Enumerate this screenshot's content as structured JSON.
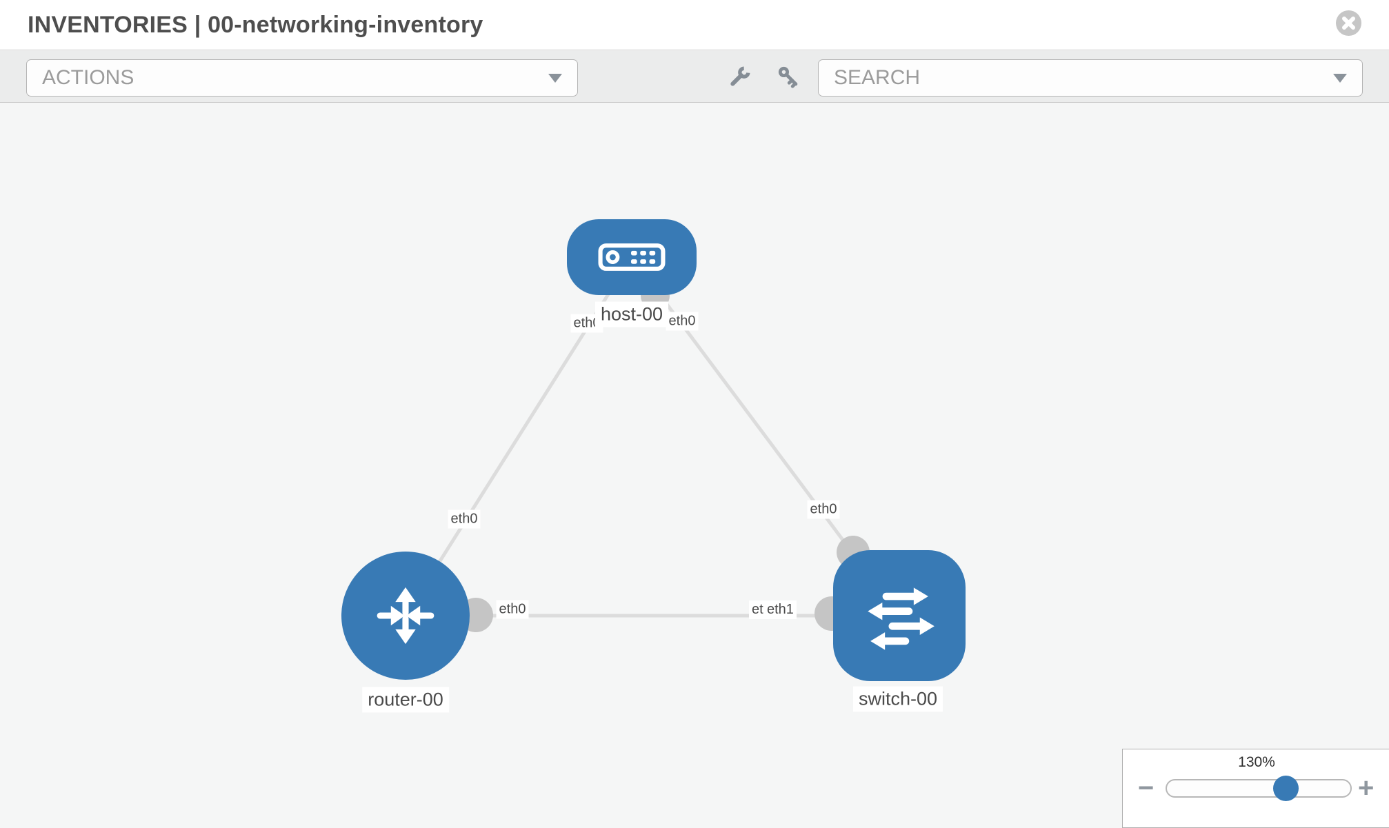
{
  "window": {
    "title": "INVENTORIES | 00-networking-inventory"
  },
  "toolbar": {
    "actions_label": "ACTIONS",
    "search_placeholder": "SEARCH",
    "icons": [
      "wrench-icon",
      "key-icon"
    ]
  },
  "topology": {
    "nodes": [
      {
        "id": "host-00",
        "label": "host-00",
        "type": "host"
      },
      {
        "id": "router-00",
        "label": "router-00",
        "type": "router"
      },
      {
        "id": "switch-00",
        "label": "switch-00",
        "type": "switch"
      }
    ],
    "links": [
      {
        "from": "host-00",
        "to": "router-00",
        "from_if": "eth0",
        "to_if": "eth0"
      },
      {
        "from": "host-00",
        "to": "switch-00",
        "from_if": "eth0",
        "to_if": "eth0"
      },
      {
        "from": "router-00",
        "to": "switch-00",
        "from_if": "eth0",
        "to_if": "eth1"
      }
    ],
    "interface_labels": {
      "host_left": "eth0",
      "host_right": "eth0",
      "router_top": "eth0",
      "switch_top": "eth0",
      "router_right": "eth0",
      "switch_left_hidden": "eth0",
      "switch_left": "eth1"
    }
  },
  "zoom_control": {
    "level": "130%",
    "percent": 130,
    "minus_label": "−",
    "plus_label": "+"
  },
  "colors": {
    "node_blue": "#387ab5",
    "link_gray": "#dcdcdc",
    "connector_gray": "#c5c5c5",
    "toolbar_gray": "#ebecec",
    "canvas_gray": "#f5f6f6",
    "text_dark": "#4e4e4e"
  }
}
